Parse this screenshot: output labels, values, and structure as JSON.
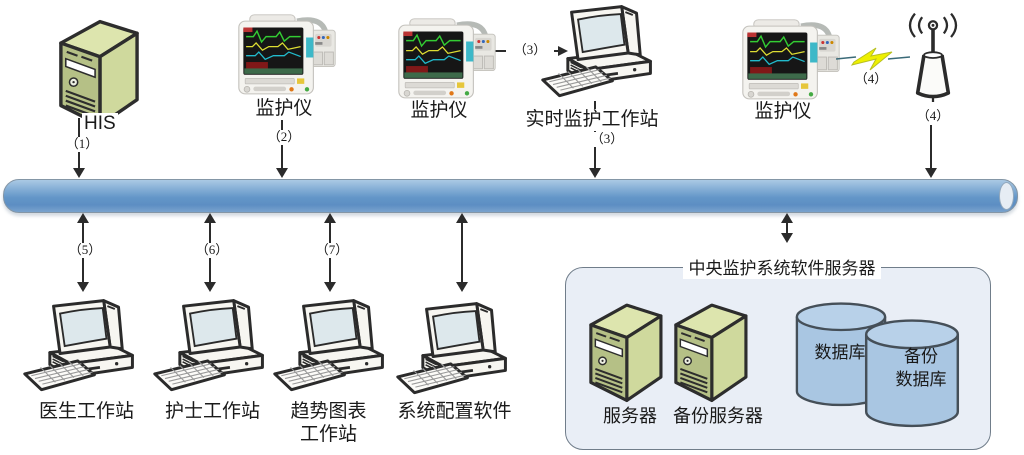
{
  "nodes": {
    "his": {
      "label": "HIS"
    },
    "monitor_top": {
      "label": "监护仪"
    },
    "monitor_mid": {
      "label": "监护仪"
    },
    "monitor_wireless": {
      "label": "监护仪"
    },
    "realtime_ws": {
      "label": "实时监护工作站"
    },
    "doctor_ws": {
      "label": "医生工作站"
    },
    "nurse_ws": {
      "label": "护士工作站"
    },
    "trend_ws": {
      "label_line1": "趋势图表",
      "label_line2": "工作站"
    },
    "config_ws": {
      "label": "系统配置软件"
    }
  },
  "connections": {
    "c1": "（1）",
    "c2": "（2）",
    "c3_horizontal": "（3）",
    "c3_vertical": "（3）",
    "c4_wireless": "（4）",
    "c4_vertical": "（4）",
    "c5": "（5）",
    "c6": "（6）",
    "c7": "（7）"
  },
  "server_box": {
    "title": "中央监护系统软件服务器",
    "server_label": "服务器",
    "backup_server_label": "备份服务器",
    "database_label": "数据库",
    "backup_database_line1": "备份",
    "backup_database_line2": "数据库"
  },
  "icons": {
    "his": "server-tower-icon",
    "monitor": "patient-monitor-icon",
    "workstation": "desktop-computer-icon",
    "antenna": "wireless-antenna-icon",
    "wireless_link": "lightning-bolt-icon",
    "database": "database-cylinder-icon"
  },
  "colors": {
    "bus_fill": "#6396c8",
    "bus_highlight": "#aac9e4",
    "server_green": "#b5c086",
    "database_blue": "#a9c6e2",
    "box_background": "#e9eef6",
    "bolt_yellow": "#eef000"
  }
}
